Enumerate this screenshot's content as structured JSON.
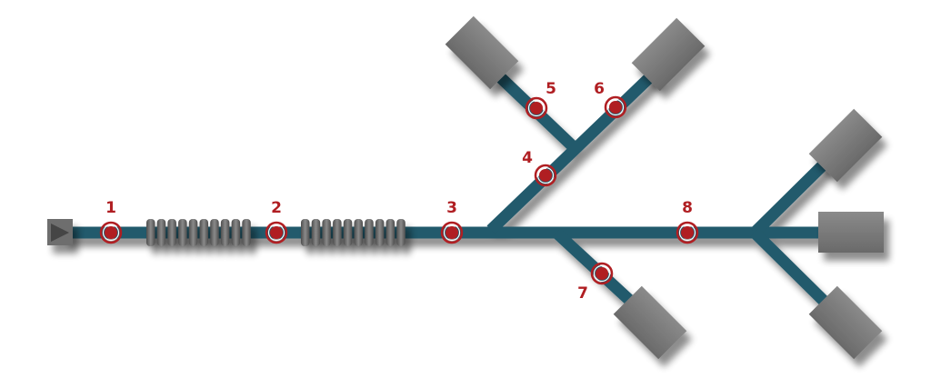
{
  "diagram": {
    "pipe_color": "#245a6c",
    "component_color": "#767676",
    "marker_color": "#b01e22",
    "markers": [
      {
        "label": "1"
      },
      {
        "label": "2"
      },
      {
        "label": "3"
      },
      {
        "label": "4"
      },
      {
        "label": "5"
      },
      {
        "label": "6"
      },
      {
        "label": "7"
      },
      {
        "label": "8"
      }
    ]
  }
}
